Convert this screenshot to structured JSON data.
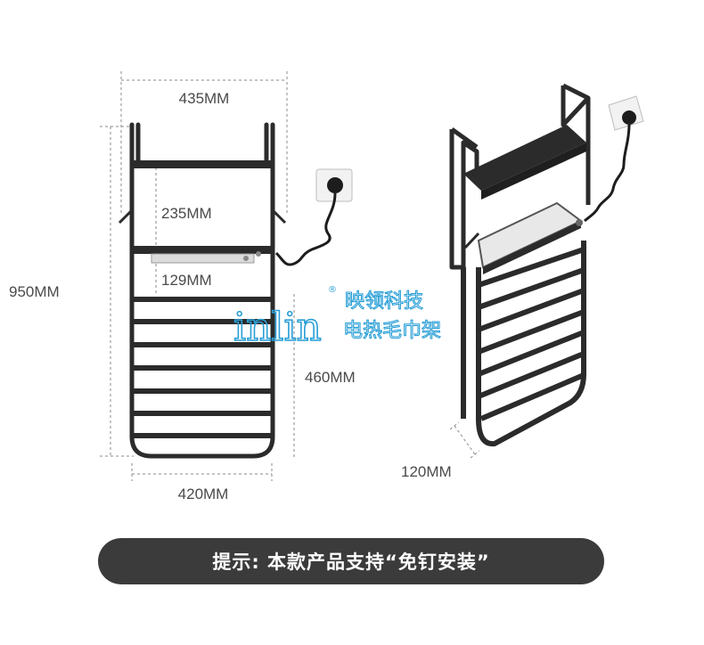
{
  "dimensions": {
    "width_top": "435MM",
    "shelf_gap": "235MM",
    "shelf_to_bar": "129MM",
    "height_total": "950MM",
    "lower_height": "460MM",
    "width_bottom": "420MM",
    "depth": "120MM"
  },
  "brand": {
    "latin": "inlin",
    "reg_mark": "®",
    "cn_line1": "映领科技",
    "cn_line2": "电热毛巾架"
  },
  "tip": {
    "text": "提示: 本款产品支持“免钉安装”"
  },
  "colors": {
    "frame": "#2b2b2b",
    "brand": "#2a9fd6",
    "tip_bg": "#3b3b3b",
    "dim_line": "#6a6a6a"
  }
}
